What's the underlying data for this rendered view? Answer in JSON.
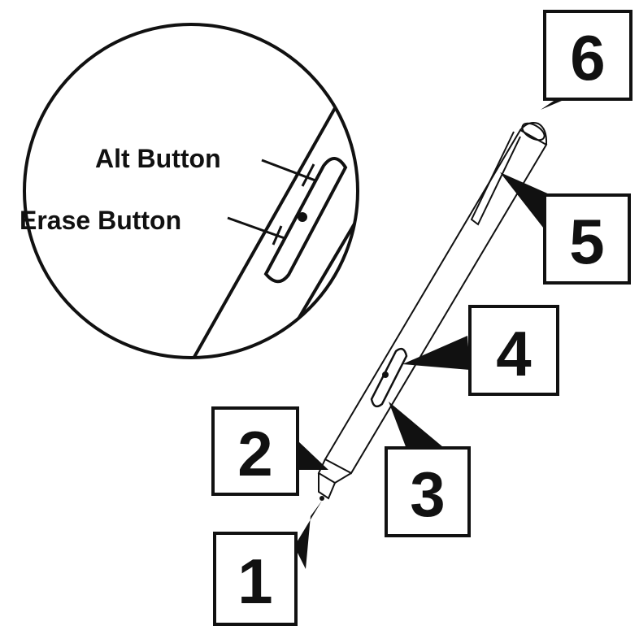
{
  "diagram": {
    "inset_labels": {
      "alt_button": "Alt Button",
      "erase_button": "Erase Button"
    },
    "callouts": [
      "1",
      "2",
      "3",
      "4",
      "5",
      "6"
    ]
  },
  "colors": {
    "ink": "#111111",
    "background": "#ffffff"
  }
}
